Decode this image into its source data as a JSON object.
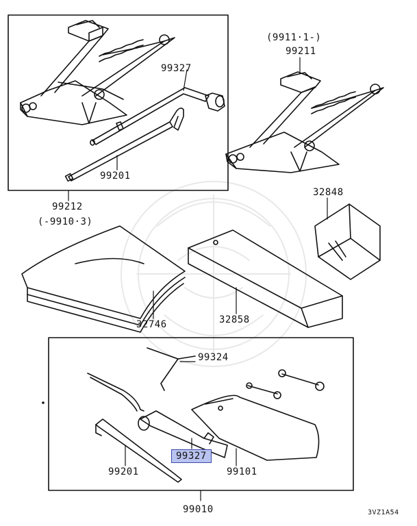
{
  "labels": {
    "jack_old_kit": "99212",
    "jack_old_kit_note": "(-9910·3)",
    "jack_new": "99211",
    "jack_new_note": "(9911·1-)",
    "handle_upper": "99327",
    "rod_upper": "99201",
    "chock": "32848",
    "bag": "32746",
    "case": "32858",
    "tool_kit": "99010",
    "screwdriver": "99324",
    "handle_lower": "99327",
    "rod_lower": "99201",
    "tool_bag": "99101",
    "diagram_code": "3VZ1A54"
  },
  "highlight": {
    "label": "handle_lower",
    "color": "#b9c3f0",
    "border": "#3b4aa8"
  }
}
